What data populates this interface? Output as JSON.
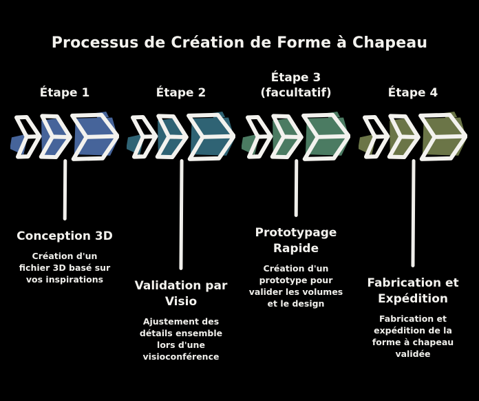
{
  "title": "Processus de Création de Forme à Chapeau",
  "colors": {
    "background": "#000000",
    "ink": "#f3f2ee",
    "step1": "#46649a",
    "step2": "#2f6374",
    "step3": "#4b7b62",
    "step4": "#6b7547"
  },
  "steps": [
    {
      "label_line1": "Étape 1",
      "label_line2": "",
      "color": "#46649a",
      "title_line1": "Conception 3D",
      "title_line2": "",
      "desc_line1": "Création d'un",
      "desc_line2": "fichier 3D basé sur",
      "desc_line3": "vos inspirations",
      "desc_line4": ""
    },
    {
      "label_line1": "Étape 2",
      "label_line2": "",
      "color": "#2f6374",
      "title_line1": "Validation par",
      "title_line2": "Visio",
      "desc_line1": "Ajustement des",
      "desc_line2": "détails ensemble",
      "desc_line3": "lors d'une",
      "desc_line4": "visioconférence"
    },
    {
      "label_line1": "Étape 3",
      "label_line2": "(facultatif)",
      "color": "#4b7b62",
      "title_line1": "Prototypage",
      "title_line2": "Rapide",
      "desc_line1": "Création d'un",
      "desc_line2": "prototype pour",
      "desc_line3": "valider les volumes",
      "desc_line4": "et le design"
    },
    {
      "label_line1": "Étape 4",
      "label_line2": "",
      "color": "#6b7547",
      "title_line1": "Fabrication et",
      "title_line2": "Expédition",
      "desc_line1": "Fabrication et",
      "desc_line2": "expédition de la",
      "desc_line3": "forme à chapeau",
      "desc_line4": "validée"
    }
  ]
}
